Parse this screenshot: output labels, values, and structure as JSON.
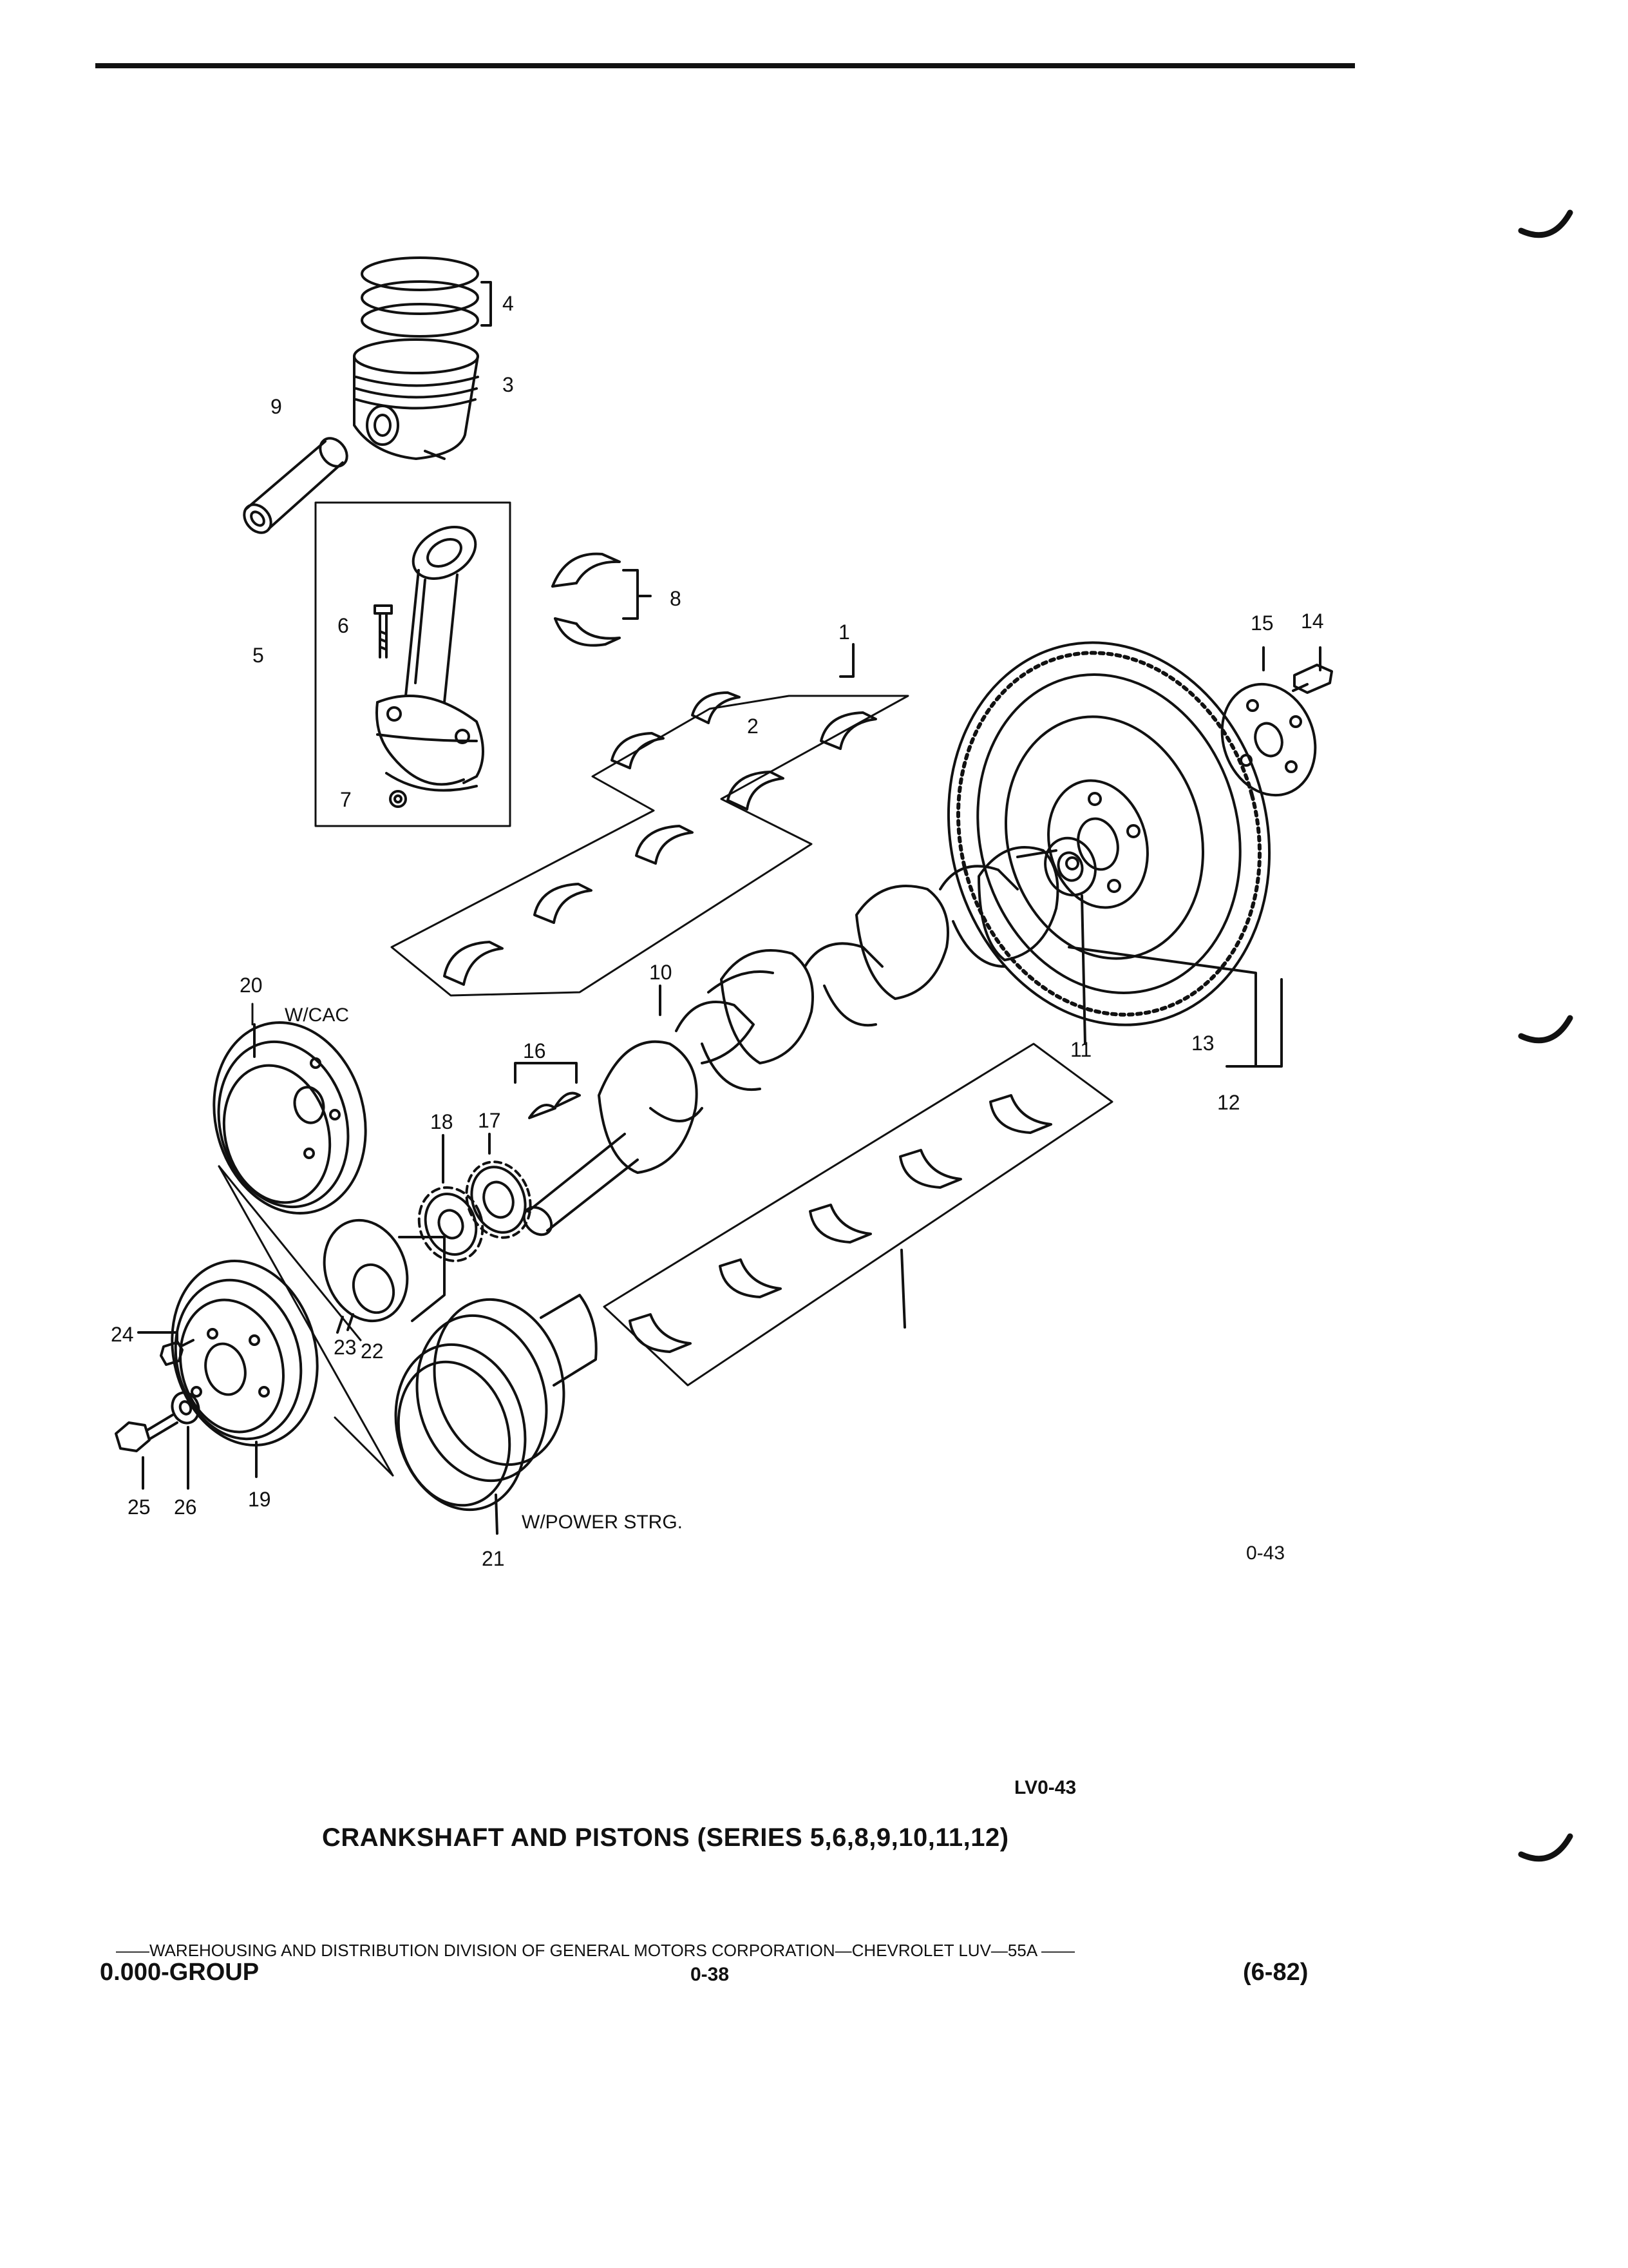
{
  "diagram": {
    "callouts": [
      "1",
      "2",
      "3",
      "4",
      "5",
      "6",
      "7",
      "8",
      "9",
      "10",
      "11",
      "12",
      "13",
      "14",
      "15",
      "16",
      "17",
      "18",
      "19",
      "20",
      "21",
      "22",
      "23",
      "24",
      "25",
      "26"
    ],
    "notes": {
      "w_cac": "W/CAC",
      "w_power_strg": "W/POWER STRG."
    },
    "figure_number": "0-43"
  },
  "reference_code": "LV0-43",
  "caption": "CRANKSHAFT AND PISTONS (SERIES 5,6,8,9,10,11,12)",
  "footer": {
    "publisher_line": "——WAREHOUSING AND DISTRIBUTION  DIVISION OF GENERAL MOTORS CORPORATION—CHEVROLET LUV—55A  ——",
    "group": "0.000-GROUP",
    "page": "0-38",
    "date": "(6-82)"
  }
}
